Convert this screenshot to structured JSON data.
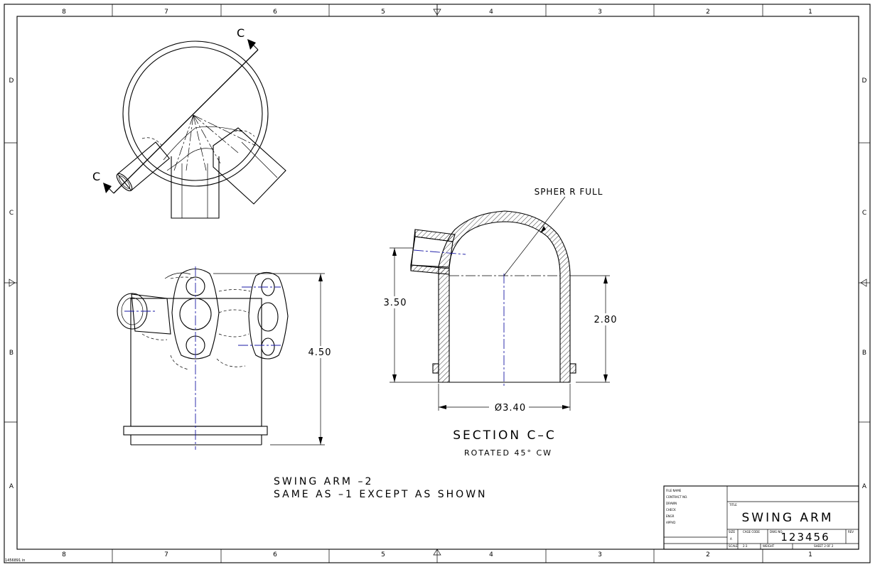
{
  "border": {
    "zones_top": [
      "8",
      "7",
      "6",
      "5",
      "4",
      "3",
      "2",
      "1"
    ],
    "zones_bottom": [
      "8",
      "7",
      "6",
      "5",
      "4",
      "3",
      "2",
      "1"
    ],
    "zones_left": [
      "D",
      "C",
      "B",
      "A"
    ],
    "zones_right": [
      "D",
      "C",
      "B",
      "A"
    ]
  },
  "views": {
    "top_view": {
      "section_mark_top": "C",
      "section_mark_bottom": "C"
    },
    "front_view": {
      "height_dim": "4.50"
    },
    "section_view": {
      "radius_note": "SPHER R FULL",
      "dim_left": "3.50",
      "dim_right": "2.80",
      "dim_bottom": "Ø3.40",
      "title": "SECTION C–C",
      "subtitle": "ROTATED 45° CW"
    }
  },
  "notes": {
    "line1": "SWING ARM –2",
    "line2": "SAME AS –1 EXCEPT AS SHOWN"
  },
  "title_block": {
    "labels": [
      "FILE NAME",
      "CONTRACT NO.",
      "DRAWN",
      "CHECK",
      "ENGR",
      "APPVD"
    ],
    "title_label": "TITLE",
    "title": "SWING ARM",
    "size_label": "SIZE",
    "size_value": "A",
    "cage_label": "CAGE CODE",
    "dwg_label": "DWG NO.",
    "dwg_no": "123456",
    "rev_label": "REV",
    "scale_label": "SCALE",
    "scale_value": "2:3",
    "weight_label": "WEIGHT",
    "sheet_label": "SHEET 2 OF 2"
  },
  "footer": {
    "file_tag": "1456891 in"
  }
}
